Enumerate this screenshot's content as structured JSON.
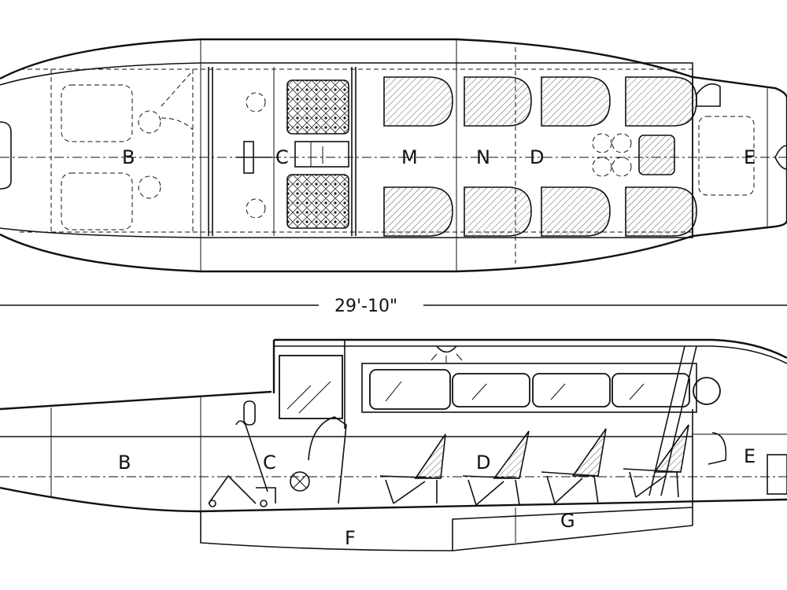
{
  "plan_view": {
    "labels": {
      "b": "B",
      "c": "C",
      "m": "M",
      "n": "N",
      "d": "D",
      "e": "E"
    }
  },
  "dimension": {
    "length": "29'-10\""
  },
  "side_view": {
    "labels": {
      "b": "B",
      "c": "C",
      "d": "D",
      "e": "E",
      "f": "F",
      "g": "G"
    }
  }
}
